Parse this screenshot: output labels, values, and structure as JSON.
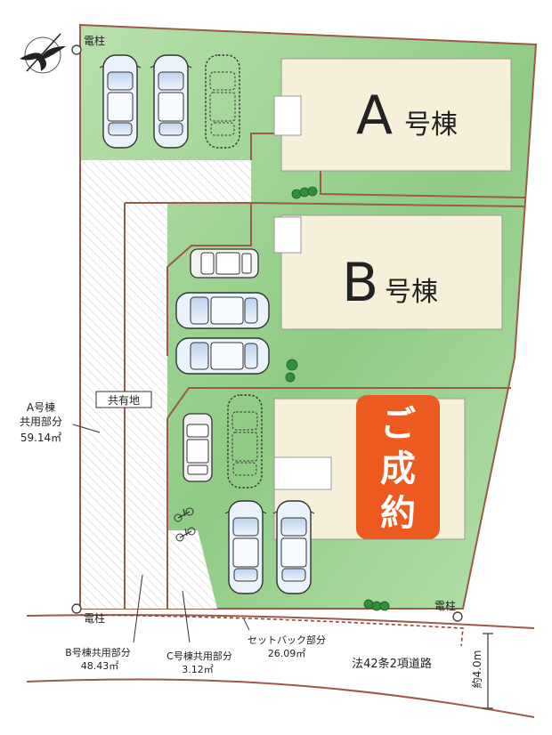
{
  "buildings": {
    "a": {
      "letter": "A",
      "suffix": "号棟"
    },
    "b": {
      "letter": "B",
      "suffix": "号棟"
    },
    "c_badge": {
      "line1": "ご",
      "line2": "成",
      "line3": "約"
    }
  },
  "labels": {
    "pole_top": "電柱",
    "pole_bottom_left": "電柱",
    "pole_bottom_right": "電柱",
    "common_land": "共有地",
    "a_share_line1": "A号棟",
    "a_share_line2": "共用部分",
    "a_share_line3": "59.14㎡",
    "b_share_line1": "B号棟共用部分",
    "b_share_line2": "48.43㎡",
    "c_share_line1": "C号棟共用部分",
    "c_share_line2": "3.12㎡",
    "setback_line1": "セットバック部分",
    "setback_line2": "26.09㎡",
    "road": "法42条2項道路",
    "road_width": "約4.0m"
  },
  "colors": {
    "lot_green": "#9cd28e",
    "lot_border": "#9b5a4a",
    "house": "#f6efd9",
    "badge": "#ec5a1f",
    "car_fill": "#eaf2fb",
    "car_stroke": "#3b3b3b"
  },
  "icons": {
    "compass": "compass-bird-icon"
  }
}
